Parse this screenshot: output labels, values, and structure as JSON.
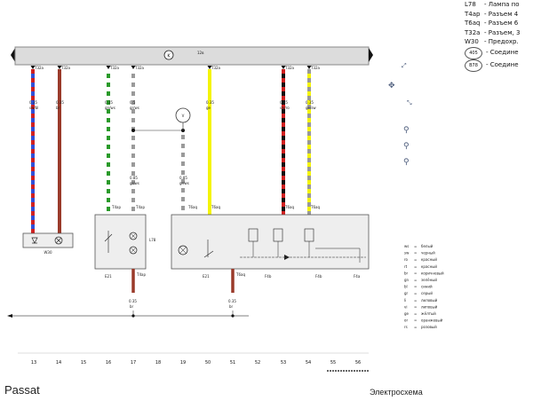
{
  "vehicle_model": "Passat",
  "document_title": "Электросхема",
  "bus_label": "K",
  "bus_sublabel": "12в",
  "top_legend": [
    {
      "code": "L78",
      "text": "- Лампа по"
    },
    {
      "code": "T4ap",
      "text": "- Разъем 4"
    },
    {
      "code": "T6aq",
      "text": "- Разъем 6"
    },
    {
      "code": "T32a",
      "text": "- Разъем, 3"
    },
    {
      "code": "W30",
      "text": "- Предохр."
    },
    {
      "code": "405",
      "text": "- Соедине",
      "circle": true
    },
    {
      "code": "B78",
      "text": "- Соедине",
      "circle": true
    }
  ],
  "wires": [
    {
      "col": 13,
      "size": "0.35",
      "color_code": "sw/bl",
      "connector": "T32a"
    },
    {
      "col": 14,
      "size": "0.35",
      "color_code": "br",
      "connector": "T32a"
    },
    {
      "col": 16,
      "size": "0.35",
      "color_code": "gn/ws",
      "connector": "T32a"
    },
    {
      "col": 17,
      "size": "0.5",
      "color_code": "gr/ws",
      "connector": "T32a"
    },
    {
      "col": 50,
      "size": "0.35",
      "color_code": "ge",
      "connector": "T32a"
    },
    {
      "col": 53,
      "size": "0.35",
      "color_code": "sw/ro",
      "connector": "T32a"
    },
    {
      "col": 54,
      "size": "0.35",
      "color_code": "ge/sw",
      "connector": "T32a"
    }
  ],
  "mid_wires": [
    {
      "size": "0.85",
      "color_code": "gr/ws"
    },
    {
      "size": "0.85",
      "color_code": "gr/ws"
    }
  ],
  "meter_label": "V",
  "components": {
    "w30_label": "W30",
    "left_box_label": "L78",
    "left_box_conns": [
      "T4ap",
      "T4ap"
    ],
    "right_box_conns": [
      "T6aq",
      "T6aq",
      "T6aq",
      "T6aq"
    ],
    "ground_labels": [
      "E21",
      "T4ap",
      "E21",
      "T6aq",
      "F4b",
      "F4b",
      "F4a"
    ]
  },
  "ground_wires": [
    {
      "size": "0.35",
      "color_code": "br"
    },
    {
      "size": "0.35",
      "color_code": "br"
    }
  ],
  "color_legend": [
    {
      "code": "ws",
      "name": "белый"
    },
    {
      "code": "sw",
      "name": "черный"
    },
    {
      "code": "ro",
      "name": "красный"
    },
    {
      "code": "rt",
      "name": "красный"
    },
    {
      "code": "br",
      "name": "коричневый"
    },
    {
      "code": "gn",
      "name": "зелёный"
    },
    {
      "code": "bl",
      "name": "синий"
    },
    {
      "code": "gr",
      "name": "серый"
    },
    {
      "code": "li",
      "name": "лиловый"
    },
    {
      "code": "vi",
      "name": "липовый"
    },
    {
      "code": "ge",
      "name": "жёлтый"
    },
    {
      "code": "or",
      "name": "оранжевый"
    },
    {
      "code": "rs",
      "name": "розовый"
    }
  ],
  "column_numbers": [
    "13",
    "14",
    "15",
    "16",
    "17",
    "18",
    "19",
    "50",
    "51",
    "52",
    "53",
    "54",
    "55",
    "56"
  ],
  "colors": {
    "bus_fill": "#dcdcdc",
    "box_fill": "#eeeeee",
    "blue": "#3050d8",
    "red": "#d02020",
    "brown": "#9a3a2a",
    "green": "#2a9a2a",
    "gray": "#9a9a9a",
    "yellow": "#f4f400",
    "black": "#111111"
  }
}
